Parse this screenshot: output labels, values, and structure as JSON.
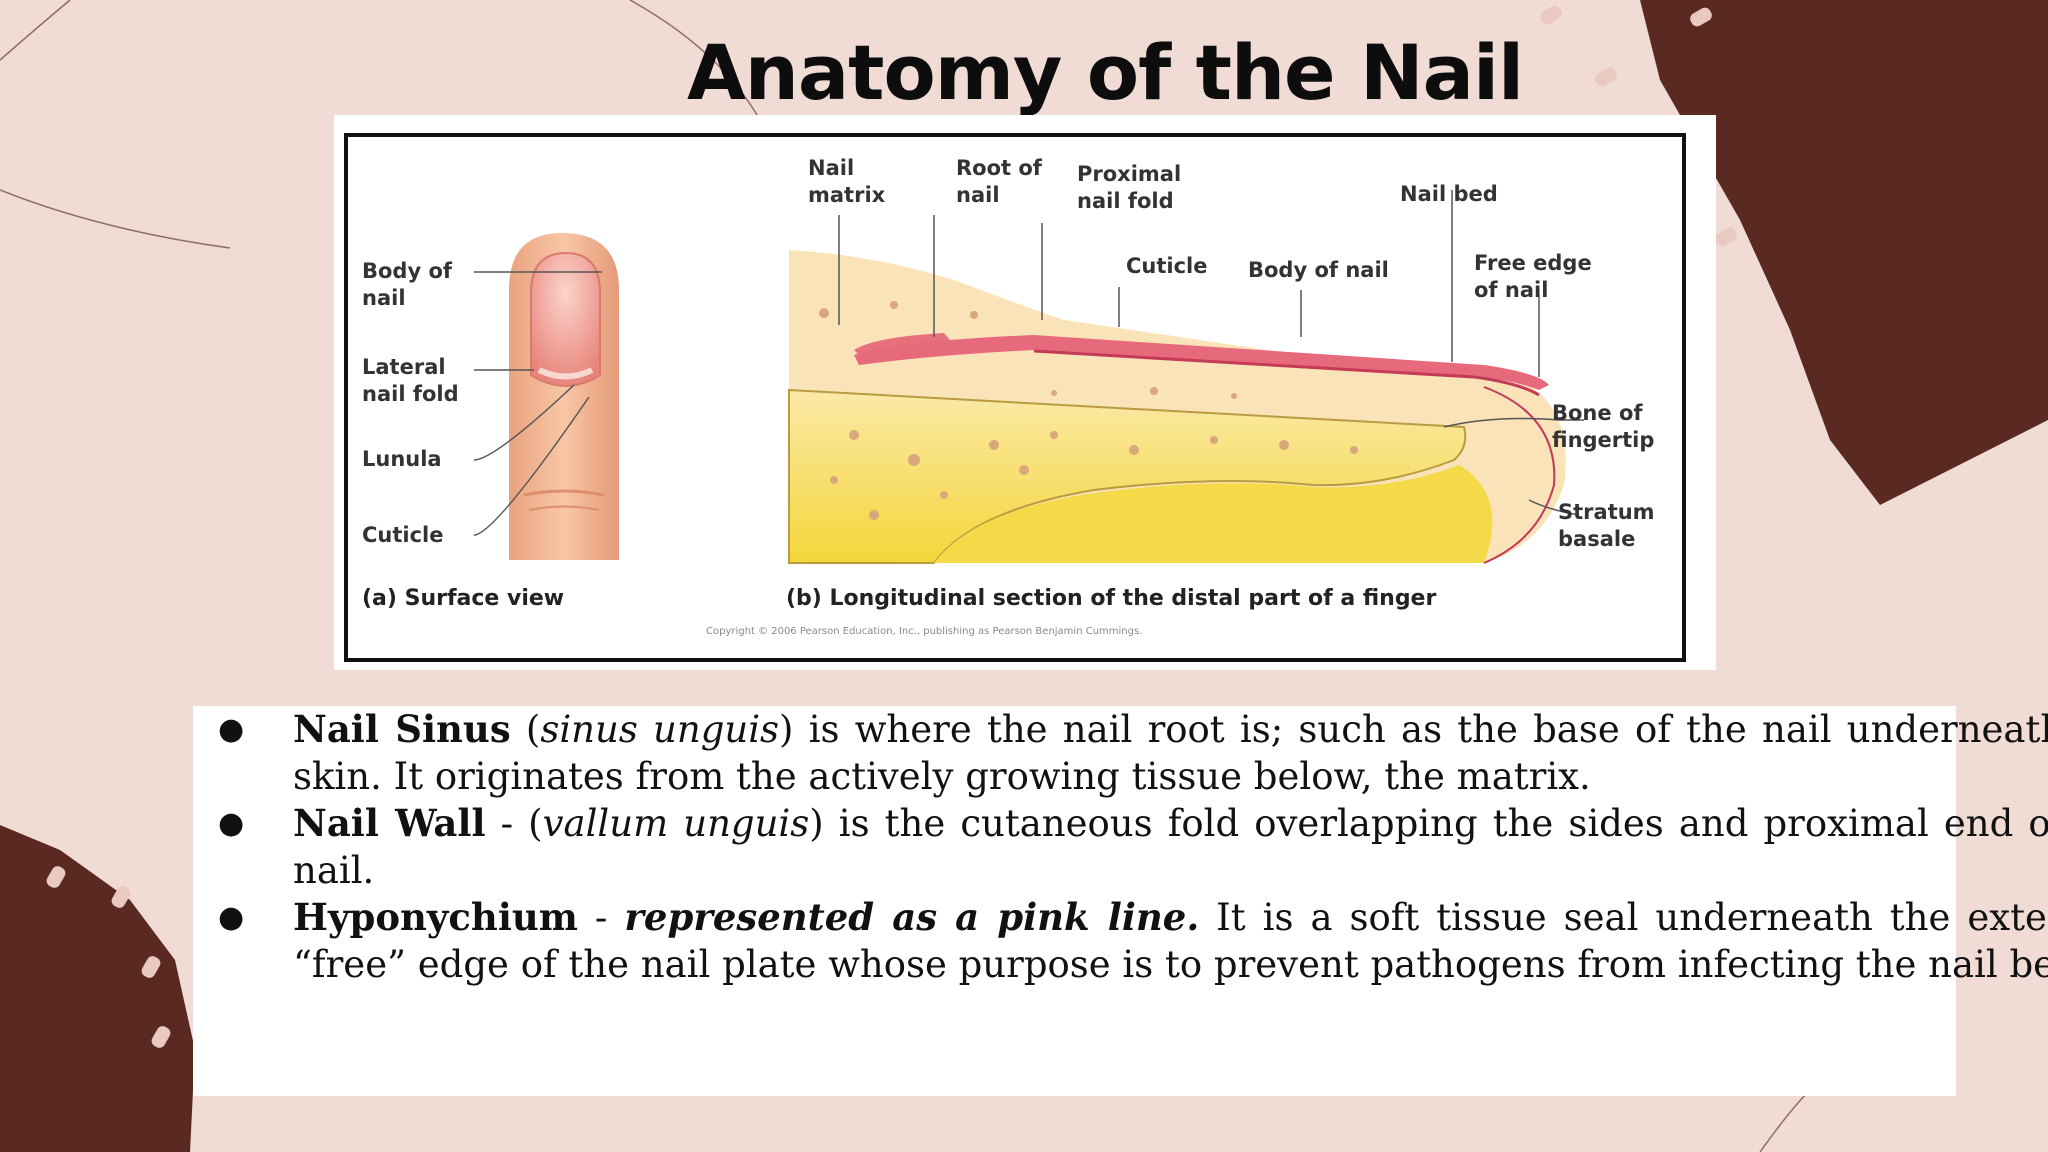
{
  "title": "Anatomy of the Nail",
  "colors": {
    "background": "#f0dcd5",
    "decor_brown": "#5a2a22",
    "text": "#111111"
  },
  "figure": {
    "surface_labels": {
      "body_l1": "Body of",
      "body_l2": "nail",
      "lateral_l1": "Lateral",
      "lateral_l2": "nail fold",
      "lunula": "Lunula",
      "cuticle": "Cuticle"
    },
    "section_labels": {
      "matrix_l1": "Nail",
      "matrix_l2": "matrix",
      "root_l1": "Root of",
      "root_l2": "nail",
      "prox_l1": "Proximal",
      "prox_l2": "nail fold",
      "cuticle": "Cuticle",
      "body": "Body of nail",
      "bed": "Nail bed",
      "free_l1": "Free edge",
      "free_l2": "of nail",
      "bone_l1": "Bone of",
      "bone_l2": "fingertip",
      "strat_l1": "Stratum",
      "strat_l2": "basale"
    },
    "caption_a": "(a) Surface view",
    "caption_b": "(b) Longitudinal section of the distal part of a finger",
    "copyright": "Copyright © 2006 Pearson Education, Inc., publishing as Pearson Benjamin Cummings."
  },
  "bullets": [
    {
      "term": "Nail Sinus",
      "latin": "sinus unguis",
      "rest": " is where the nail root is; such as the base of the nail underneath the skin. It originates from the actively growing tissue below, the matrix."
    },
    {
      "term": "Nail Wall",
      "sep": " - (",
      "latin": "vallum unguis",
      "rest": ") is the cutaneous fold overlapping the sides and proximal end of the nail."
    },
    {
      "term": "Hyponychium",
      "sep": " - ",
      "emph": "represented as a pink line.",
      "rest": " It is a soft tissue seal underneath the extended “free” edge of the nail plate whose purpose is to prevent pathogens from infecting the nail bed."
    }
  ]
}
